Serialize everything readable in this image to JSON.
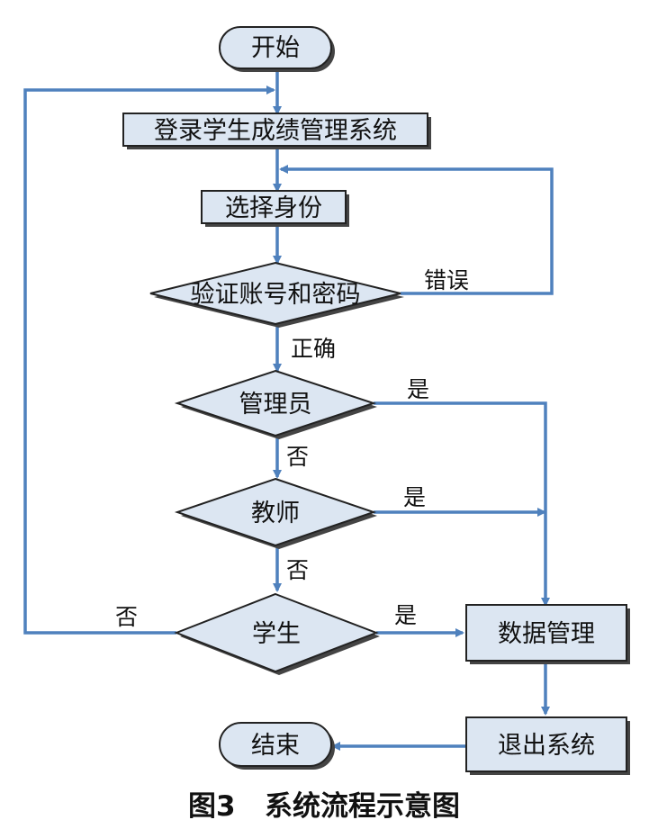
{
  "colors": {
    "node_fill": "#dce6f2",
    "node_border": "#222222",
    "arrow": "#4f81bd",
    "text": "#111111"
  },
  "nodes": {
    "start": "开始",
    "login": "登录学生成绩管理系统",
    "select_identity": "选择身份",
    "verify": "验证账号和密码",
    "admin": "管理员",
    "teacher": "教师",
    "student": "学生",
    "data_management": "数据管理",
    "exit": "退出系统",
    "end": "结束"
  },
  "edge_labels": {
    "verify_error": "错误",
    "verify_correct": "正确",
    "admin_yes": "是",
    "admin_no": "否",
    "teacher_yes": "是",
    "teacher_no": "否",
    "student_yes": "是",
    "student_no": "否"
  },
  "caption": "图3   系统流程示意图"
}
